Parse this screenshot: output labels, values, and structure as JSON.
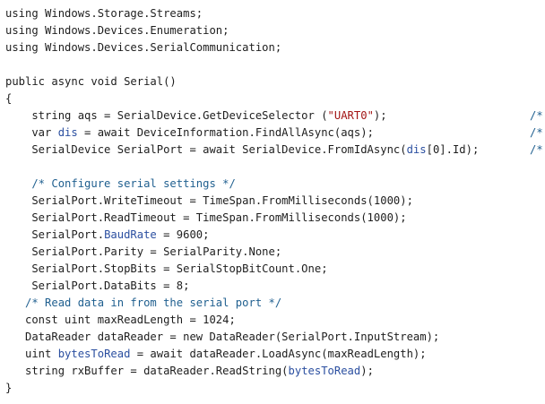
{
  "code": {
    "lines": [
      [
        {
          "t": "using Windows.Storage.Streams;",
          "c": "tok-kw"
        }
      ],
      [
        {
          "t": "using Windows.Devices.Enumeration;",
          "c": "tok-kw"
        }
      ],
      [
        {
          "t": "using Windows.Devices.SerialCommunication;",
          "c": "tok-kw"
        }
      ],
      [
        {
          "t": "",
          "c": "tok-kw"
        }
      ],
      [
        {
          "t": "public async void Serial()",
          "c": "tok-kw"
        }
      ],
      [
        {
          "t": "{",
          "c": "tok-kw"
        }
      ],
      [
        {
          "t": "    string aqs = SerialDevice.GetDeviceSelector (",
          "c": "tok-id"
        },
        {
          "t": "\"UART0\"",
          "c": "tok-str"
        },
        {
          "t": ");",
          "c": "tok-id"
        }
      ],
      [
        {
          "t": "    var ",
          "c": "tok-kw"
        },
        {
          "t": "dis",
          "c": "tok-param"
        },
        {
          "t": " = await DeviceInformation.FindAllAsync(aqs);",
          "c": "tok-id"
        }
      ],
      [
        {
          "t": "    SerialDevice SerialPort = await SerialDevice.FromIdAsync(",
          "c": "tok-id"
        },
        {
          "t": "dis",
          "c": "tok-param"
        },
        {
          "t": "[0].Id);",
          "c": "tok-id"
        }
      ],
      [
        {
          "t": "",
          "c": "tok-id"
        }
      ],
      [
        {
          "t": "    /* Configure serial settings */",
          "c": "tok-comment"
        }
      ],
      [
        {
          "t": "    SerialPort.WriteTimeout = TimeSpan.FromMilliseconds(1000);",
          "c": "tok-id"
        }
      ],
      [
        {
          "t": "    SerialPort.ReadTimeout = TimeSpan.FromMilliseconds(1000);",
          "c": "tok-id"
        }
      ],
      [
        {
          "t": "    SerialPort.",
          "c": "tok-id"
        },
        {
          "t": "BaudRate",
          "c": "tok-prop"
        },
        {
          "t": " = 9600;",
          "c": "tok-id"
        }
      ],
      [
        {
          "t": "    SerialPort.Parity = SerialParity.None;",
          "c": "tok-id"
        }
      ],
      [
        {
          "t": "    SerialPort.StopBits = SerialStopBitCount.One;",
          "c": "tok-id"
        }
      ],
      [
        {
          "t": "    SerialPort.DataBits = 8;",
          "c": "tok-id"
        }
      ],
      [
        {
          "t": "   /* Read data in from the serial port */",
          "c": "tok-comment"
        }
      ],
      [
        {
          "t": "   const uint maxReadLength = 1024;",
          "c": "tok-id"
        }
      ],
      [
        {
          "t": "   DataReader dataReader = new DataReader(SerialPort.InputStream);",
          "c": "tok-id"
        }
      ],
      [
        {
          "t": "   uint ",
          "c": "tok-id"
        },
        {
          "t": "bytesToRead",
          "c": "tok-param"
        },
        {
          "t": " = await dataReader.LoadAsync(maxReadLength);",
          "c": "tok-id"
        }
      ],
      [
        {
          "t": "   string rxBuffer = dataReader.ReadString(",
          "c": "tok-id"
        },
        {
          "t": "bytesToRead",
          "c": "tok-param"
        },
        {
          "t": ");",
          "c": "tok-id"
        }
      ],
      [
        {
          "t": "}",
          "c": "tok-id"
        }
      ]
    ],
    "trailing_comments": {
      "6": "/*",
      "7": "/*",
      "8": "/*"
    }
  }
}
